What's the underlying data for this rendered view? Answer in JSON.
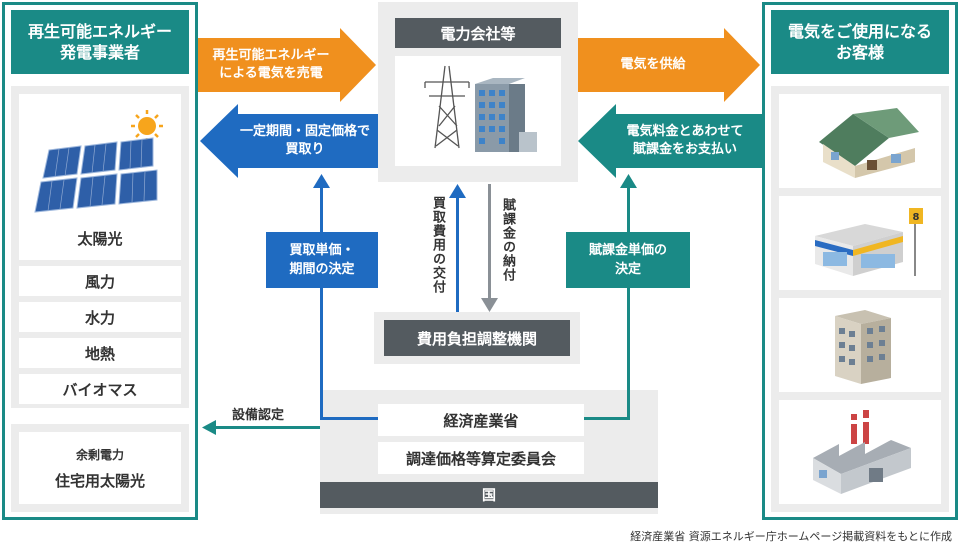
{
  "generator": {
    "title_line1": "再生可能エネルギー",
    "title_line2": "発電事業者",
    "sources": [
      "太陽光",
      "風力",
      "水力",
      "地熱",
      "バイオマス"
    ],
    "surplus_label": "余剰電力",
    "residential_label": "住宅用太陽光"
  },
  "utility": {
    "title": "電力会社等"
  },
  "customer": {
    "title_line1": "電気をご使用になる",
    "title_line2": "お客様"
  },
  "flows": {
    "sell_line1": "再生可能エネルギー",
    "sell_line2": "による電気を売電",
    "buy_line1": "一定期間・固定価格で",
    "buy_line2": "買取り",
    "supply": "電気を供給",
    "pay_line1": "電気料金とあわせて",
    "pay_line2": "賦課金をお支払い",
    "grant": "買取費用の交付",
    "levy_payment": "賦課金の納付",
    "price_line1": "買取単価・",
    "price_line2": "期間の決定",
    "surcharge_line1": "賦課金単価の",
    "surcharge_line2": "決定",
    "certification": "設備認定"
  },
  "adjustment_org": "費用負担調整機関",
  "government": {
    "meti": "経済産業省",
    "committee": "調達価格等算定委員会",
    "country": "国"
  },
  "source_note": "経済産業省 資源エネルギー庁ホームページ掲載資料をもとに作成",
  "colors": {
    "teal": "#1a8a86",
    "blue": "#1f6bc1",
    "orange": "#f0901e",
    "dark": "#545b60",
    "panel": "#ececec"
  }
}
